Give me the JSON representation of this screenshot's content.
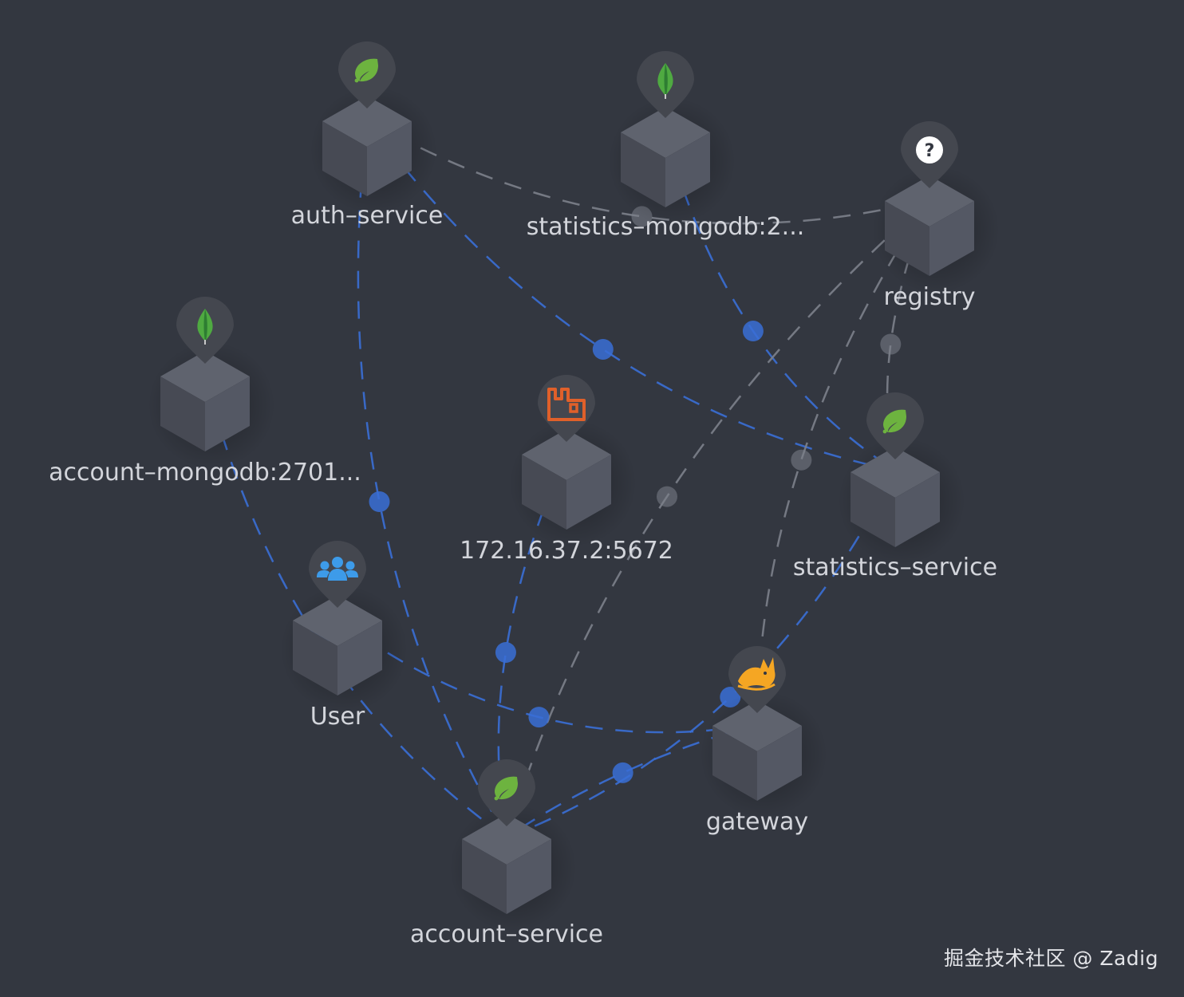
{
  "colors": {
    "background": "#333740",
    "edge_blue": "#3a6fd6",
    "edge_gray": "#7c818b",
    "label": "#d3d5db",
    "spring_green": "#6db33f",
    "mongo_green": "#4faa41",
    "rabbit_orange": "#e0602a",
    "user_blue": "#3d9be9",
    "tomcat_yellow": "#f5a623"
  },
  "nodes": [
    {
      "id": "auth-service",
      "label": "auth–service",
      "icon": "spring-leaf-icon"
    },
    {
      "id": "statistics-mongodb",
      "label": "statistics–mongodb:2...",
      "icon": "mongodb-leaf-icon"
    },
    {
      "id": "registry",
      "label": "registry",
      "icon": "question-icon"
    },
    {
      "id": "account-mongodb",
      "label": "account–mongodb:2701...",
      "icon": "mongodb-leaf-icon"
    },
    {
      "id": "rabbitmq",
      "label": "172.16.37.2:5672",
      "icon": "rabbitmq-icon"
    },
    {
      "id": "statistics-service",
      "label": "statistics–service",
      "icon": "spring-leaf-icon"
    },
    {
      "id": "user",
      "label": "User",
      "icon": "users-icon"
    },
    {
      "id": "gateway",
      "label": "gateway",
      "icon": "tomcat-icon"
    },
    {
      "id": "account-service",
      "label": "account–service",
      "icon": "spring-leaf-icon"
    }
  ],
  "edges": [
    {
      "from": "auth-service",
      "to": "statistics-service",
      "style": "blue"
    },
    {
      "from": "auth-service",
      "to": "registry",
      "style": "gray"
    },
    {
      "from": "auth-service",
      "to": "account-service",
      "style": "blue"
    },
    {
      "from": "statistics-mongodb",
      "to": "statistics-service",
      "style": "blue"
    },
    {
      "from": "account-mongodb",
      "to": "account-service",
      "style": "blue"
    },
    {
      "from": "rabbitmq",
      "to": "account-service",
      "style": "blue"
    },
    {
      "from": "registry",
      "to": "account-service",
      "style": "gray"
    },
    {
      "from": "registry",
      "to": "statistics-service",
      "style": "gray"
    },
    {
      "from": "registry",
      "to": "gateway",
      "style": "gray"
    },
    {
      "from": "user",
      "to": "gateway",
      "style": "blue"
    },
    {
      "from": "gateway",
      "to": "account-service",
      "style": "blue"
    },
    {
      "from": "account-service",
      "to": "statistics-service",
      "style": "blue"
    }
  ],
  "watermark": "掘金技术社区 @ Zadig"
}
